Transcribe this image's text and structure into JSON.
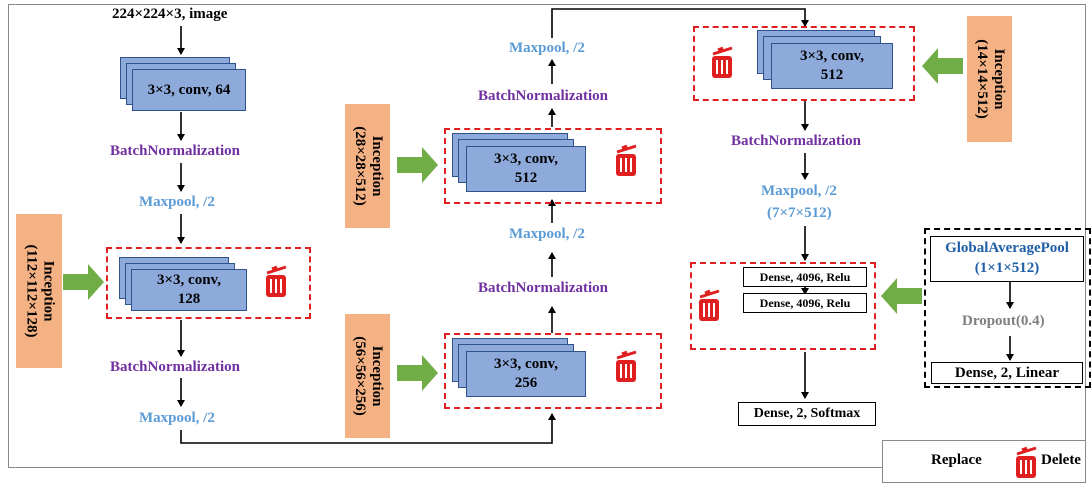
{
  "col1": {
    "input": "224×224×3, image",
    "conv1": "3×3, conv, 64",
    "bn1": "BatchNormalization",
    "pool1": "Maxpool, /2",
    "conv2": "3×3, conv,\n128",
    "bn2": "BatchNormalization",
    "pool2": "Maxpool, /2",
    "inception": "Inception\n(112×112×128)"
  },
  "col2": {
    "conv3": "3×3, conv,\n256",
    "bn3": "BatchNormalization",
    "pool3": "Maxpool, /2",
    "conv4": "3×3, conv,\n512",
    "bn4": "BatchNormalization",
    "pool4": "Maxpool, /2",
    "inception_a": "Inception\n(28×28×512)",
    "inception_b": "Inception\n(56×56×256)"
  },
  "col3": {
    "conv5": "3×3, conv,\n512",
    "bn5": "BatchNormalization",
    "pool5_line1": "Maxpool, /2",
    "pool5_line2": "(7×7×512)",
    "dense1": "Dense, 4096, Relu",
    "dense2": "Dense, 4096, Relu",
    "output": "Dense, 2, Softmax",
    "inception": "Inception\n(14×14×512)"
  },
  "replacement": {
    "gap_line1": "GlobalAveragePool",
    "gap_line2": "(1×1×512)",
    "dropout": "Dropout(0.4)",
    "dense": "Dense, 2, Linear"
  },
  "legend": {
    "replace": "Replace",
    "delete": "Delete"
  },
  "colors": {
    "conv_fill": "#8eaadb",
    "inception_fill": "#f4b183",
    "arrow_green": "#70ad47",
    "delete_red": "#e02020",
    "bn_purple": "#7030a0",
    "pool_blue": "#5b9bd5"
  }
}
